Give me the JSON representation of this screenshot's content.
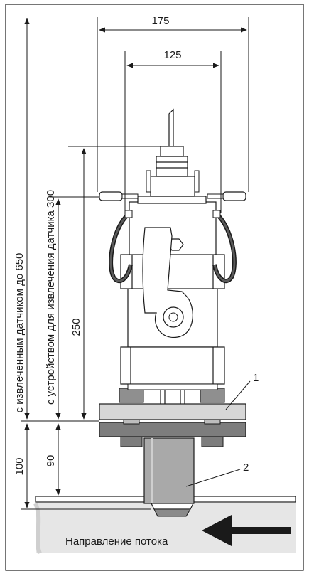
{
  "dimensions": {
    "width_outer": "175",
    "width_inner": "125",
    "height_250": "250",
    "height_100": "100",
    "height_90": "90",
    "label_650": "с извлеченным датчиком до 650",
    "label_300": "с устройством для извлечения датчика 300"
  },
  "callouts": {
    "flange": "1",
    "pipe": "2"
  },
  "flow": {
    "label": "Направление потока"
  },
  "colors": {
    "frame": "#1a1a1a",
    "flange_fill": "#d7d7d7",
    "flange_dark": "#7d7d7d",
    "pipe_fill": "#a9a9a9",
    "body_fill": "#ffffff",
    "ground_fill": "#e3e3e3"
  }
}
